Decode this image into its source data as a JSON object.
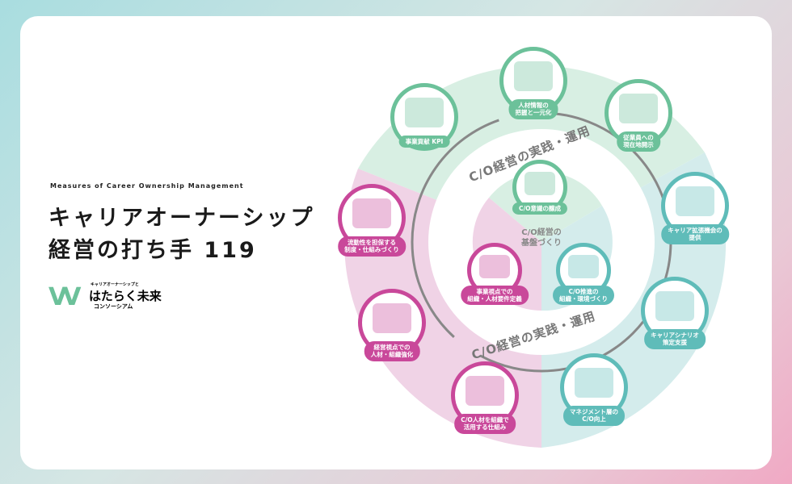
{
  "header": {
    "subtitle": "Measures of Career Ownership Management",
    "title_line1": "キャリアオーナーシップ",
    "title_line2": "経営の打ち手 119"
  },
  "logo": {
    "small": "キャリアオーナーシップと",
    "main": "はたらく未来",
    "sub": "コンソーシアム"
  },
  "colors": {
    "green": "#6cc19a",
    "teal": "#5fbcb9",
    "pink": "#c9489a"
  },
  "outer_arc_label": "C/O経営の実践・運用",
  "center_label": "C/O経営の\n基盤づくり",
  "outer_nodes": [
    {
      "label": "事業貢献 KPI",
      "color": "green"
    },
    {
      "label": "人材情報の\n把握と一元化",
      "color": "green"
    },
    {
      "label": "従業員への\n現在地開示",
      "color": "green"
    },
    {
      "label": "キャリア拡張機会の\n提供",
      "color": "teal"
    },
    {
      "label": "キャリアシナリオ\n策定支援",
      "color": "teal"
    },
    {
      "label": "マネジメント層の\nC/O向上",
      "color": "teal"
    },
    {
      "label": "C/O人材を組織で\n活用する仕組み",
      "color": "pink"
    },
    {
      "label": "経営視点での\n人材・組織強化",
      "color": "pink"
    },
    {
      "label": "流動性を担保する\n制度・仕組みづくり",
      "color": "pink"
    }
  ],
  "inner_nodes": [
    {
      "label": "C/O意識の醸成",
      "color": "green"
    },
    {
      "label": "C/O推進の\n組織・環境づくり",
      "color": "teal"
    },
    {
      "label": "事業視点での\n組織・人材要件定義",
      "color": "pink"
    }
  ]
}
